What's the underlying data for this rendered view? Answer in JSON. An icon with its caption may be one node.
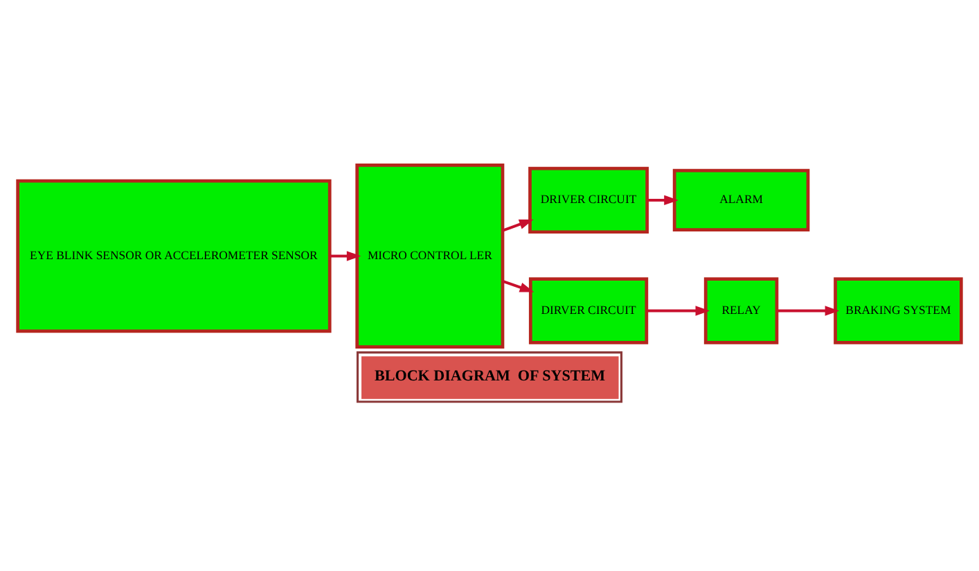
{
  "diagram": {
    "caption": "BLOCK DIAGRAM  OF SYSTEM",
    "nodes": [
      {
        "text": [
          "EYE BLINK SENSOR OR ACCELEROMETER SENSOR"
        ]
      },
      {
        "text": [
          "MICRO CONTROL LER"
        ]
      },
      {
        "text": [
          "DRIVER CIRCUIT"
        ]
      },
      {
        "text": [
          "ALARM"
        ]
      },
      {
        "text": [
          "DIRVER CIRCUIT"
        ]
      },
      {
        "text": [
          "RELAY"
        ]
      },
      {
        "text": [
          "BRAKING SYSTEM"
        ]
      }
    ],
    "edges": [
      {
        "from": 0,
        "to": 1,
        "arrow": "to"
      },
      {
        "from": 1,
        "to": 2,
        "arrow": "to"
      },
      {
        "from": 2,
        "to": 3,
        "arrow": "to"
      },
      {
        "from": 1,
        "to": 4,
        "arrow": "to"
      },
      {
        "from": 4,
        "to": 5,
        "arrow": "to"
      },
      {
        "from": 5,
        "to": 6,
        "arrow": "to"
      }
    ]
  }
}
